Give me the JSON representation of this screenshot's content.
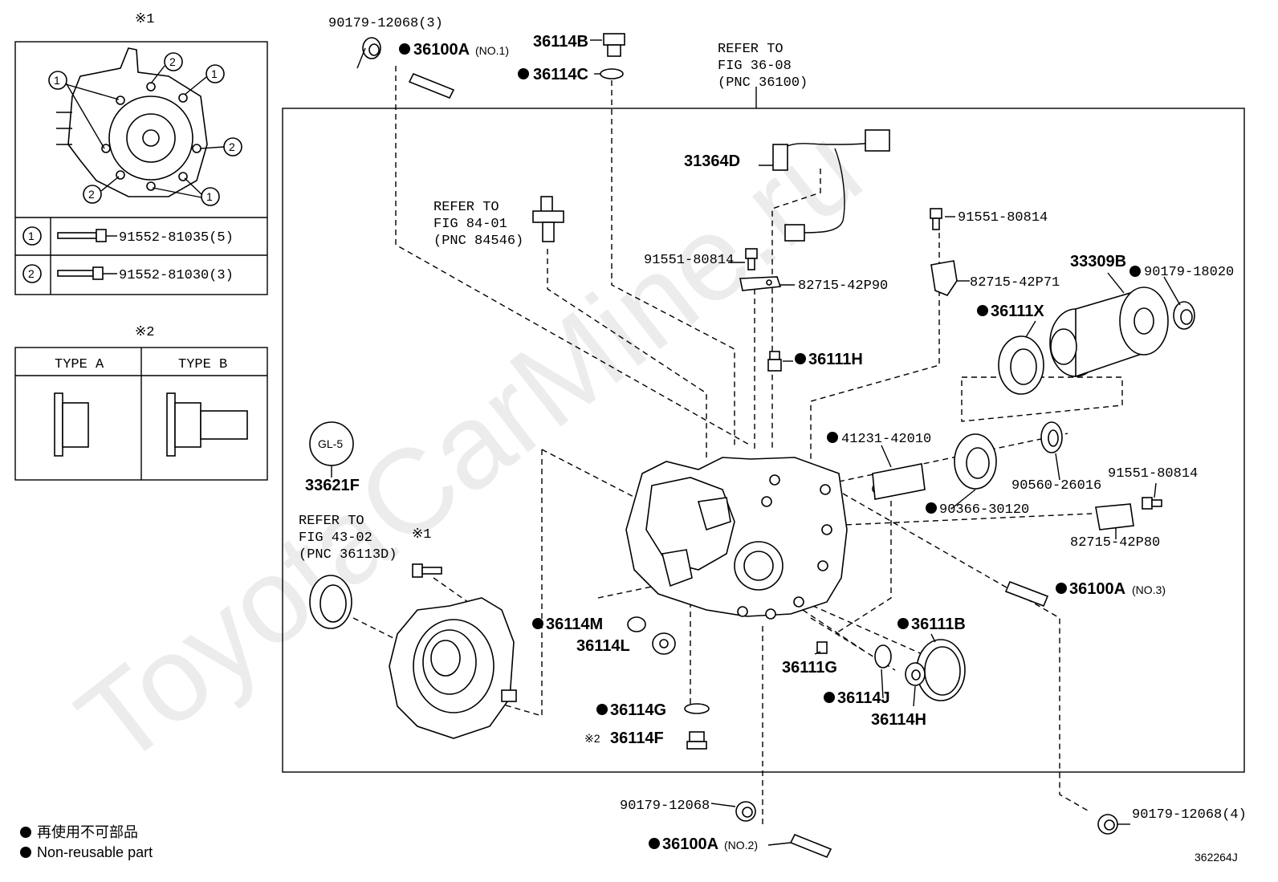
{
  "watermark": "ToyotaCarMine.ru",
  "diagram_id": "36226​4J",
  "legend": {
    "jp": "再使用不可部品",
    "en": "Non-reusable part"
  },
  "inset1": {
    "mark": "※1",
    "rows": [
      {
        "num": "1",
        "part": "91552-81035(5)"
      },
      {
        "num": "2",
        "part": "91552-81030(3)"
      }
    ]
  },
  "inset2": {
    "mark": "※2",
    "col_a": "TYPE A",
    "col_b": "TYPE B"
  },
  "refers": {
    "r1": [
      "REFER TO",
      "FIG 36-08",
      "(PNC 36100)"
    ],
    "r2": [
      "REFER TO",
      "FIG 84-01",
      "(PNC 84546)"
    ],
    "r3": [
      "REFER TO",
      "FIG 43-02",
      "(PNC 36113D)"
    ]
  },
  "gl_badge": "GL-5",
  "labels": {
    "p90179_top": "90179-12068(3)",
    "p36100A_1": "36100A",
    "p36100A_1_sub": "(NO.1)",
    "p36114B": "36114B",
    "p36114C": "36114C",
    "p31364D": "31364D",
    "p91551_a": "91551-80814",
    "p82715_90": "82715-42P90",
    "p91551_b": "91551-80814",
    "p82715_71": "82715-42P71",
    "p33309B": "33309B",
    "p90179_18020": "90179-18020",
    "p36111X": "36111X",
    "p36111H": "36111H",
    "p41231": "41231-42010",
    "p90560": "90560-26016",
    "p90366": "90366-30120",
    "p91551_c": "91551-80814",
    "p82715_80": "82715-42P80",
    "p33621F": "33621F",
    "p36100A_3": "36100A",
    "p36100A_3_sub": "(NO.3)",
    "p36111B": "36111B",
    "p36114M": "36114M",
    "p36114L": "36114L",
    "p36111G": "36111G",
    "p36114J": "36114J",
    "p36114H": "36114H",
    "p36114G": "36114G",
    "p36114F": "36114F",
    "p36114F_mark": "※2",
    "mark1_small": "※1",
    "p90179_bottom": "90179-12068",
    "p90179_right": "90179-12068(4)",
    "p36100A_2": "36100A",
    "p36100A_2_sub": "(NO.2)"
  }
}
